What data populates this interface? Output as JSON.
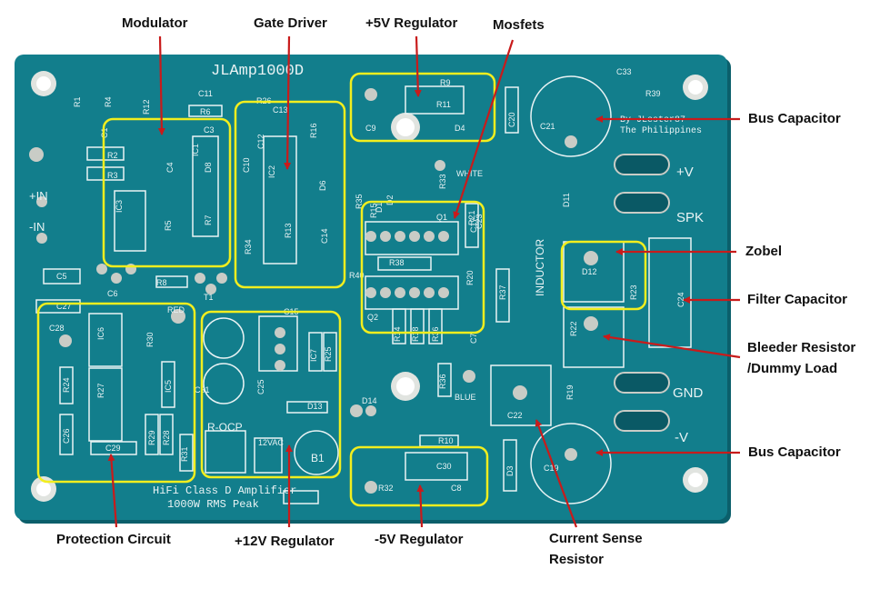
{
  "board": {
    "title": "JLAmp1000D",
    "subtitle_line1": "HiFi Class D Amplifier",
    "subtitle_line2": "1000W RMS Peak",
    "credit_line1": "By JLester87",
    "credit_line2": "The Philippines",
    "pad_labels": {
      "pos_in": "+IN",
      "neg_in": "-IN",
      "pos_v": "+V",
      "spk": "SPK",
      "gnd": "GND",
      "neg_v": "-V",
      "inductor": "INDUCTOR",
      "r_ocp": "R-OCP",
      "ac12": "12VAC",
      "b1": "B1",
      "white": "WHITE",
      "blue": "BLUE",
      "red": "RED"
    },
    "silk_labels": [
      "R1",
      "R4",
      "R12",
      "C11",
      "R26",
      "C13",
      "R6",
      "C3",
      "C1",
      "R16",
      "R2",
      "R3",
      "C4",
      "IC1",
      "D8",
      "C10",
      "C12",
      "IC2",
      "D6",
      "IC3",
      "R5",
      "R7",
      "R34",
      "R13",
      "C14",
      "R11",
      "R9",
      "C9",
      "D4",
      "C20",
      "C21",
      "C33",
      "R39",
      "R33",
      "R35",
      "D2",
      "D1",
      "Q1",
      "R21",
      "R15",
      "R38",
      "R20",
      "R37",
      "R40",
      "Q2",
      "R14",
      "R18",
      "R36",
      "C17",
      "C5",
      "C6",
      "R8",
      "T1",
      "C27",
      "C28",
      "IC6",
      "R30",
      "C15",
      "IC7",
      "R25",
      "R24",
      "R27",
      "IC5",
      "C31",
      "C25",
      "D13",
      "D14",
      "C26",
      "C29",
      "R29",
      "R28",
      "R31",
      "C30",
      "R10",
      "R32",
      "C8",
      "D3",
      "C19",
      "C22",
      "R19",
      "D11",
      "D12",
      "R22",
      "R23",
      "C24",
      "C23",
      "C7",
      "R36",
      "R15"
    ]
  },
  "callouts": {
    "modulator": "Modulator",
    "gate_driver": "Gate Driver",
    "pos5_regulator": "+5V Regulator",
    "mosfets": "Mosfets",
    "bus_capacitor_top": "Bus Capacitor",
    "zobel": "Zobel",
    "filter_capacitor": "Filter Capacitor",
    "bleeder_line1": "Bleeder Resistor",
    "bleeder_line2": "/Dummy Load",
    "bus_capacitor_bottom": "Bus Capacitor",
    "protection_circuit": "Protection Circuit",
    "pos12_regulator": "+12V Regulator",
    "neg5_regulator": "-5V Regulator",
    "current_sense_line1": "Current Sense",
    "current_sense_line2": "Resistor"
  },
  "colors": {
    "pcb": "#127e8c",
    "pcb_dark": "#0b5f6b",
    "silkscreen": "#e9f3f4",
    "pad": "#c9ccc6",
    "highlight": "#f2ee1e",
    "arrow": "#c81b1b",
    "label_text": "#111111"
  }
}
